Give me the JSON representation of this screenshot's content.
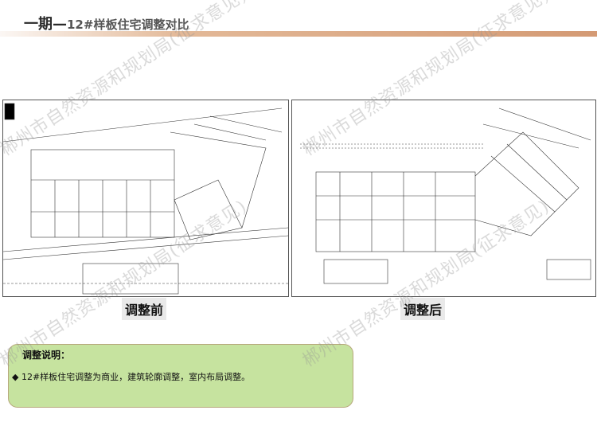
{
  "header": {
    "title_bold": "一期—",
    "title_rest": "12#样板住宅调整对比"
  },
  "plans": {
    "before_label": "调整前",
    "after_label": "调整后"
  },
  "note": {
    "heading": "调整说明：",
    "bullet_icon": "diamond-bullet-icon",
    "bullet": "◆ 12#样板住宅调整为商业，建筑轮廓调整，室内布局调整。"
  },
  "watermark": "郴州市自然资源和规划局(征求意见)",
  "colors": {
    "note_bg": "#c6e39f",
    "bar": "#d49a74"
  }
}
